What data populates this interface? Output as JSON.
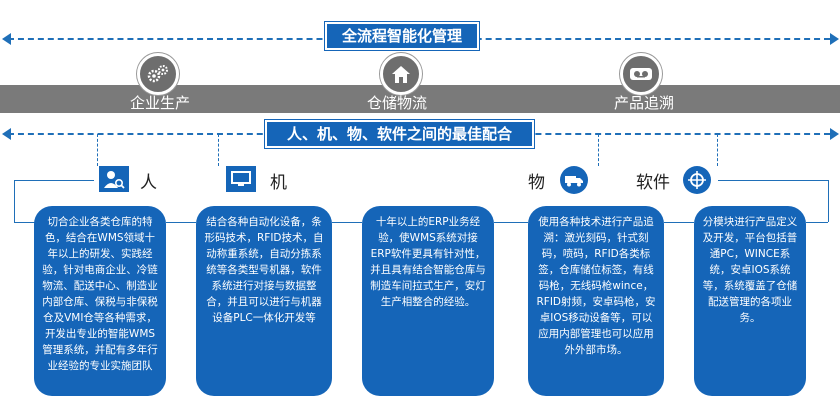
{
  "top_banner": "全流程智能化管理",
  "stages": [
    "企业生产",
    "仓储物流",
    "产品追溯"
  ],
  "stage_icons": [
    "gears-icon",
    "warehouse-icon",
    "tape-icon"
  ],
  "mid_banner": "人、机、物、软件之间的最佳配合",
  "categories": [
    {
      "label": "人",
      "icon": "person-search-icon"
    },
    {
      "label": "机",
      "icon": "monitor-icon"
    },
    {
      "label": "物",
      "icon": "truck-icon"
    },
    {
      "label": "软件",
      "icon": "crosshair-icon"
    }
  ],
  "cards": [
    "切合企业各类仓库的特色，结合在WMS领域十年以上的研发、实践经验，针对电商企业、冷链物流、配送中心、制造业内部仓库、保税与非保税仓及VMI仓等各种需求，开发出专业的智能WMS管理系统，并配有多年行业经验的专业实施团队",
    "结合各种自动化设备，条形码技术，RFID技术，自动称重系统，自动分拣系统等各类型号机器，软件系统进行对接与数据整合，并且可以进行与机器设备PLC一体化开发等",
    "十年以上的ERP业务经验，使WMS系统对接ERP软件更具有针对性，并且具有结合智能仓库与制造车间拉式生产，安灯生产相整合的经验。",
    "使用各种技术进行产品追溯：激光刻码，针式刻码，喷码，RFID各类标签，仓库储位标签，有线码枪，无线码枪wince，RFID射频，安卓码枪，安卓IOS移动设备等，可以应用内部管理也可以应用外外部市场。",
    "分模块进行产品定义及开发，平台包括普通PC，WINCE系统，安卓IOS系统等，系统覆盖了仓储配送管理的各项业务。"
  ],
  "colors": {
    "blue": "#1565b8",
    "gray": "#7a7a7a"
  }
}
